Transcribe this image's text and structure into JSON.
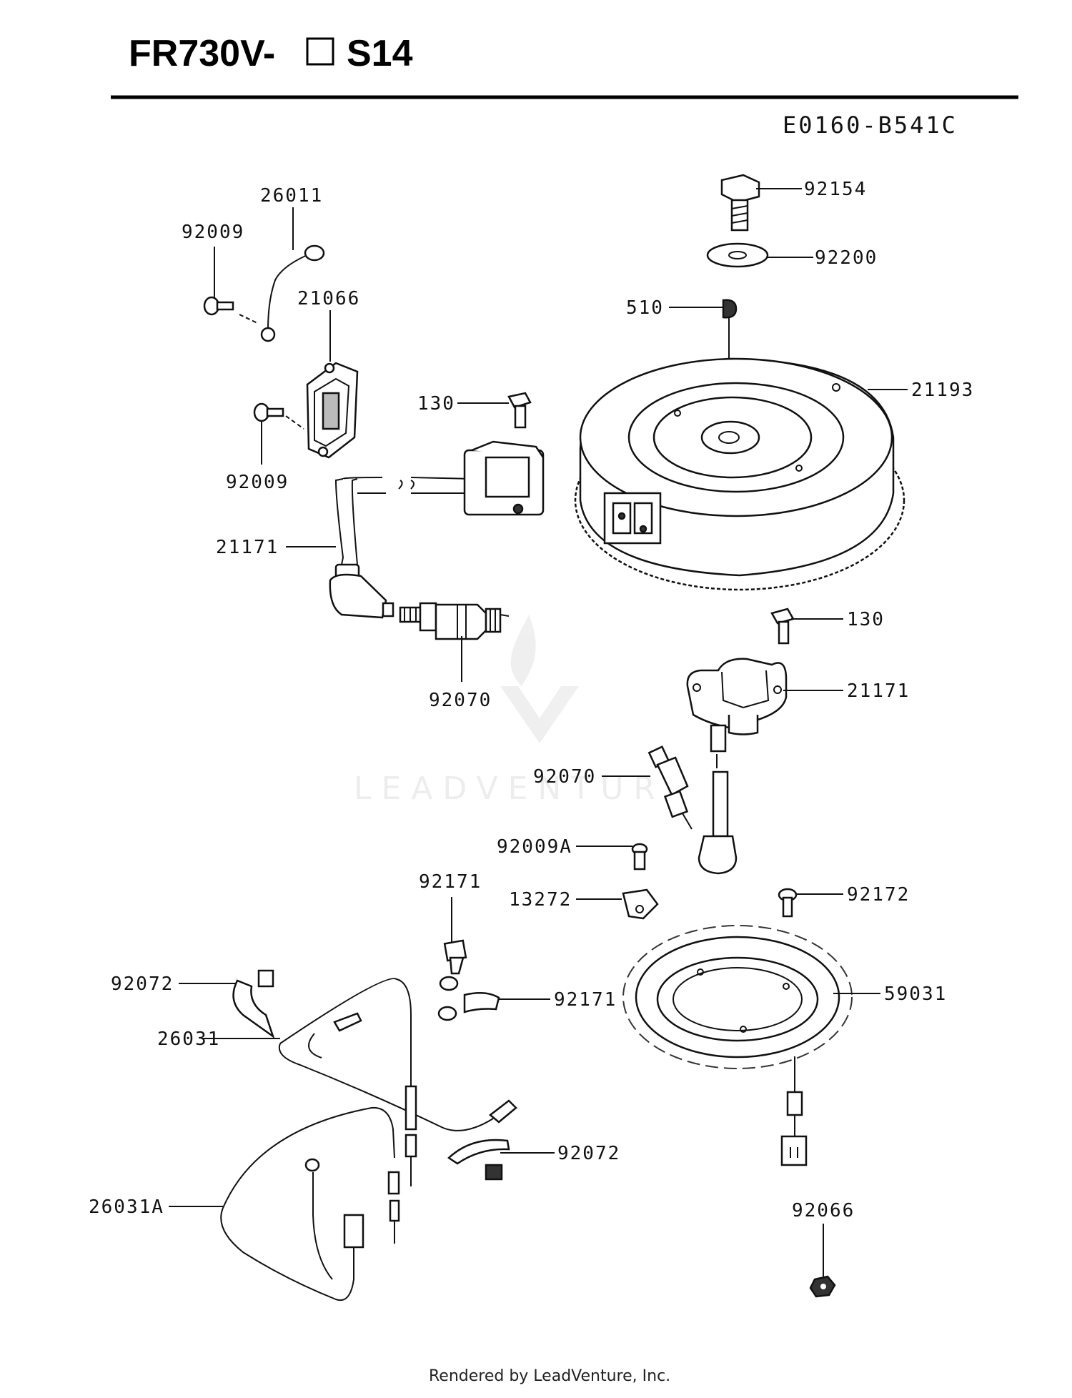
{
  "title_model": "FR730V-",
  "title_suffix": "S14",
  "diagram_code": "E0160-B541C",
  "footer": "Rendered by LeadVenture, Inc.",
  "watermark": "LEADVENTURE",
  "callouts": [
    {
      "id": "c1",
      "text": "92154"
    },
    {
      "id": "c2",
      "text": "92200"
    },
    {
      "id": "c3",
      "text": "510"
    },
    {
      "id": "c4",
      "text": "21193"
    },
    {
      "id": "c5",
      "text": "26011"
    },
    {
      "id": "c6",
      "text": "92009"
    },
    {
      "id": "c7",
      "text": "21066"
    },
    {
      "id": "c8",
      "text": "92009"
    },
    {
      "id": "c9",
      "text": "130"
    },
    {
      "id": "c10",
      "text": "21171"
    },
    {
      "id": "c11",
      "text": "92070"
    },
    {
      "id": "c12",
      "text": "130"
    },
    {
      "id": "c13",
      "text": "21171"
    },
    {
      "id": "c14",
      "text": "92070"
    },
    {
      "id": "c15",
      "text": "92009A"
    },
    {
      "id": "c16",
      "text": "13272"
    },
    {
      "id": "c17",
      "text": "92171"
    },
    {
      "id": "c18",
      "text": "92171"
    },
    {
      "id": "c19",
      "text": "92172"
    },
    {
      "id": "c20",
      "text": "59031"
    },
    {
      "id": "c21",
      "text": "92072"
    },
    {
      "id": "c22",
      "text": "26031"
    },
    {
      "id": "c23",
      "text": "92072"
    },
    {
      "id": "c24",
      "text": "26031A"
    },
    {
      "id": "c25",
      "text": "92066"
    }
  ]
}
